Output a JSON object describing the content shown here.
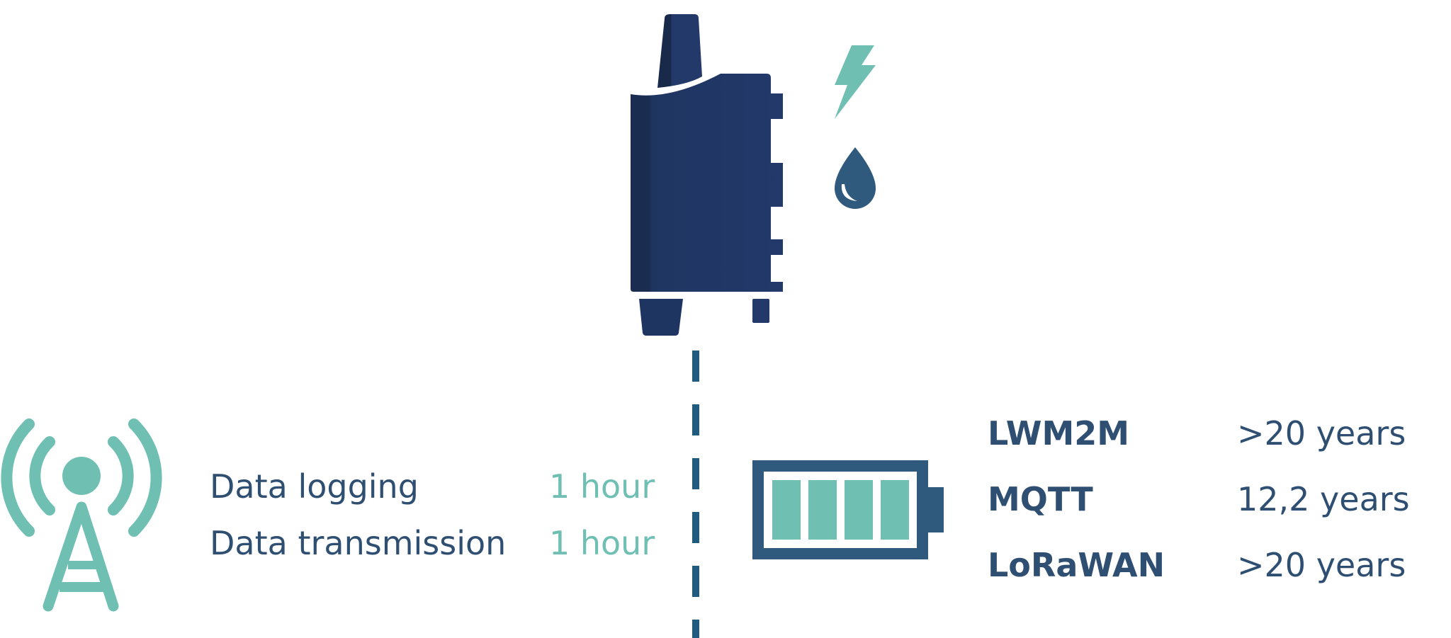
{
  "colors": {
    "navy": "#1e3560",
    "slate_blue": "#2f5a7e",
    "teal": "#6fbfb3",
    "dash_blue": "#1f5a80",
    "text_blue": "#2f4f72"
  },
  "icons": {
    "device": "sensor-device-icon",
    "power": "lightning-bolt-icon",
    "humidity": "water-drop-icon",
    "network": "antenna-tower-icon",
    "battery": "battery-full-icon"
  },
  "settings": [
    {
      "label": "Data logging",
      "value": "1 hour"
    },
    {
      "label": "Data transmission",
      "value": "1 hour"
    }
  ],
  "protocols": [
    {
      "name": "LWM2M",
      "lifetime": ">20 years"
    },
    {
      "name": "MQTT",
      "lifetime": "12,2 years"
    },
    {
      "name": "LoRaWAN",
      "lifetime": ">20 years"
    }
  ],
  "battery": {
    "level": 1.0,
    "segments": 4
  }
}
